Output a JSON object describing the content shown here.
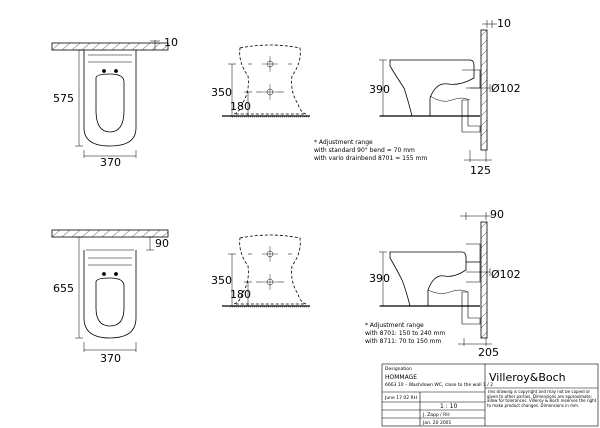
{
  "row1": {
    "plan_dims": {
      "top": "10",
      "height": "575",
      "width": "370"
    },
    "front_dims": {
      "upper": "350",
      "lower": "180"
    },
    "side_dims": {
      "top": "10",
      "height": "390",
      "pipe": "Ø102",
      "offset": "125"
    },
    "note": [
      "* Adjustment range",
      "with standard 90° bend = 70 mm",
      "with vario drainbend 8701 = 155 mm"
    ]
  },
  "row2": {
    "plan_dims": {
      "top": "90",
      "height": "655",
      "width": "370"
    },
    "front_dims": {
      "upper": "350",
      "lower": "180"
    },
    "side_dims": {
      "top": "90",
      "height": "390",
      "pipe": "Ø102",
      "offset": "205"
    },
    "note": [
      "* Adjustment range",
      "with 8701: 150 to 240 mm",
      "with 8711: 70 to 150 mm"
    ]
  },
  "title_block": {
    "designation_label": "Designation",
    "product": "HOMMAGE",
    "description": "6663 10 – Washdown WC, close to the wall 1 / 2",
    "scale": "1 : 10",
    "date1": "June 17 02 RH",
    "drawn": "J. Zapp / RH",
    "date2": "Jan. 20 2001",
    "brand": "Villeroy&Boch",
    "legal": "This drawing is copyright and may not be copied or given to other parties. Dimensions are approximate; allow for tolerances. Villeroy & Boch reserves the right to make product changes. Dimensions in mm."
  }
}
